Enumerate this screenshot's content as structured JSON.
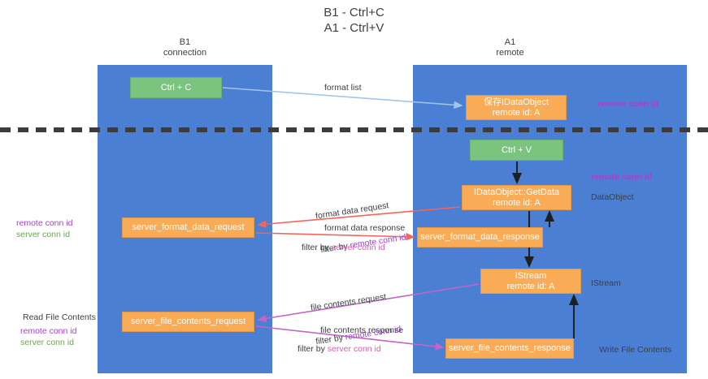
{
  "title": "B1 - Ctrl+C\nA1 - Ctrl+V",
  "lanes": {
    "left": {
      "header": "B1\nconnection"
    },
    "right": {
      "header": "A1\nremote"
    }
  },
  "nodes": {
    "ctrl_c": "Ctrl + C",
    "save_dataobject": "保存IDataObject\nremote id: A",
    "ctrl_v": "Ctrl + V",
    "getdata": "IDataObject::GetData\nremote id: A",
    "server_format_data_request": "server_format_data_request",
    "server_format_data_response": "server_format_data_response",
    "istream": "IStream\nremote id: A",
    "server_file_contents_request": "server_file_contents_request",
    "server_file_contents_response": "server_file_contents_response"
  },
  "edge_labels": {
    "format_list": "format list",
    "format_data_request": "format data request",
    "filter_by_remote_conn_id_1": "filter by ",
    "format_data_response": "format data response",
    "filter_by_server_conn_id_1": "filter by ",
    "file_contents_request": "file contents request",
    "filter_by_remote_conn_id_2": "filter by ",
    "file_contents_response": "file contents response",
    "filter_by_server_conn_id_2": "filter by "
  },
  "tokens": {
    "remote_conn_id": "remote conn id",
    "server_conn_id": "server conn id"
  },
  "side_labels": {
    "remote_conn_id_top": "remote conn id",
    "remote_conn_id_mid": "remote conn id",
    "dataobject": "DataObject",
    "istream": "IStream",
    "write_file_contents": "Write File Contents",
    "read_file_contents": "Read File Contents"
  },
  "colors": {
    "lane": "#4a7fd4",
    "node_green": "#7bc47f",
    "node_orange": "#f9ab55",
    "purple": "#a93fcf",
    "pink": "#d45fb5",
    "green_text": "#6aa84f",
    "arrow_blue": "#9fc5e8",
    "arrow_red": "#f0665a",
    "arrow_magenta": "#c264c8",
    "arrow_dark": "#1f1f1f",
    "separator": "#3c3c3c"
  }
}
